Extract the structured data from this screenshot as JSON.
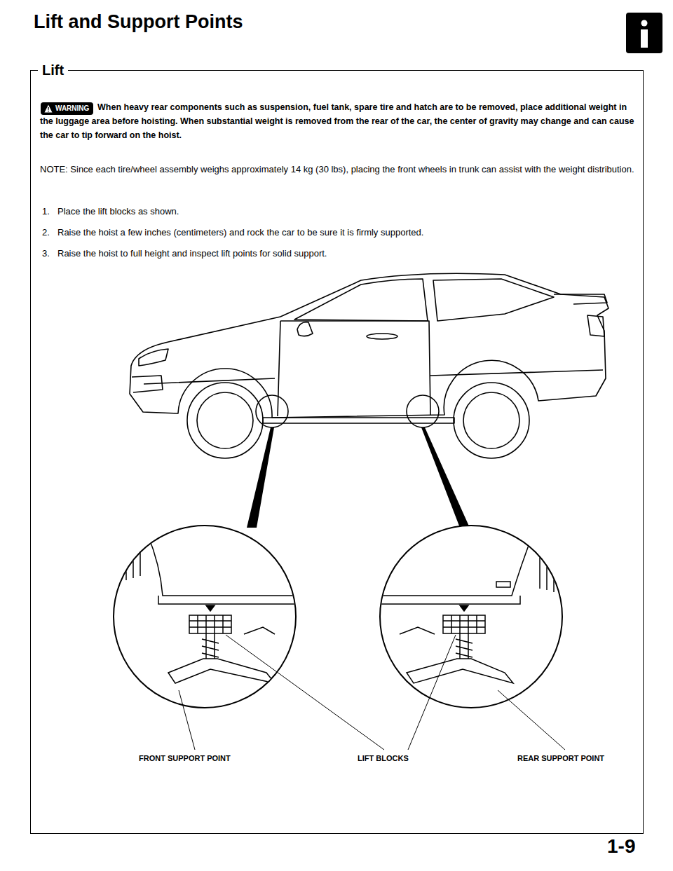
{
  "diagram": {
    "title": "Lift and Support Points",
    "nodes": [
      {
        "text": [
          "Lift"
        ]
      },
      {
        "text": [
          "WARNING"
        ],
        "in": 0
      }
    ],
    "labels": [
      "When heavy rear components such as suspension, fuel tank, spare tire and hatch are to be removed, place additional weight in the luggage area before hoisting. When substantial weight is removed from the rear of the car, the center of gravity may change and can cause the car to tip forward on the hoist.",
      "NOTE: Since each tire/wheel assembly weighs approximately 14 kg (30 lbs), placing the front wheels in trunk can assist with the weight distribution.",
      "1.",
      "Place the lift blocks as shown.",
      "2.",
      "Raise the hoist a few inches (centimeters) and rock the car to be sure it is firmly supported.",
      "3.",
      "Raise the hoist to full height and inspect lift points for solid support.",
      "FRONT SUPPORT POINT",
      "LIFT BLOCKS",
      "REAR SUPPORT POINT",
      "1-9"
    ]
  }
}
